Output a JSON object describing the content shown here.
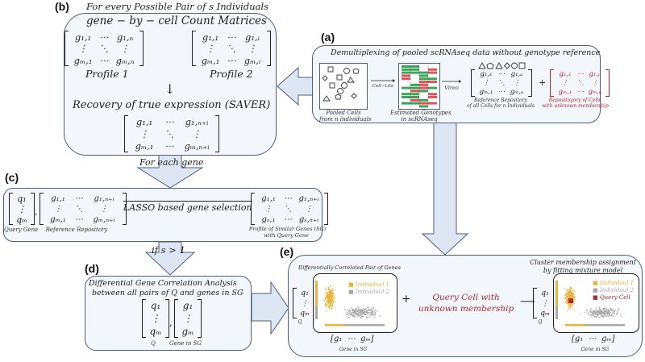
{
  "panels": {
    "a": {
      "label": "(a)",
      "title": "Demultiplexing of pooled scRNAseq data without genotype reference",
      "pooled_cells_caption_1": "Pooled Cells",
      "pooled_cells_caption_2": "from n individuals",
      "cell_lite_label": "Cell−Lite",
      "genotypes_caption_1": "Estimated Genotypes",
      "genotypes_caption_2": "in scRNAseq",
      "vireo_label": "Vireo",
      "reference_matrix": {
        "tl": "g₁,₁",
        "tr": "g₁,ₐ",
        "bl": "gₘ,₁",
        "br": "gₘ,ₐ"
      },
      "reference_caption_1": "Reference Repository",
      "reference_caption_2": "of all Cells for n Individuals",
      "plus": "+",
      "unknown_matrix": {
        "tl": "g₁,₁",
        "tr": "g₁,ᵤ",
        "bl": "gₘ,₁",
        "br": "gₘ,ᵤ"
      },
      "unknown_caption_1": "Repositoyory of Cells",
      "unknown_caption_2": "with unknown membership",
      "shapes_row": [
        "triangle",
        "pentagon",
        "triangle",
        "diamond",
        "circle",
        "square"
      ]
    },
    "b": {
      "label": "(b)",
      "header": "For every Possible Pair of s Individuals",
      "title": "gene − by − cell Count Matrices",
      "profile1_matrix": {
        "tl": "g₁,₁",
        "tr": "g₁,ₙ",
        "bl": "gₘ,₁",
        "br": "gₘ,ₙ"
      },
      "profile1_label": "Profile 1",
      "profile2_matrix": {
        "tl": "g₁,₁",
        "tr": "g₁,ᵢ",
        "bl": "gₘ,₁",
        "br": "gₘ,ᵢ"
      },
      "profile2_label": "Profile 2",
      "arrow": "↓",
      "recovery_title": "Recovery of true expression (SAVER)",
      "recovery_matrix": {
        "tl": "g₁,₁",
        "tr": "g₁,ₙ₊ᵢ",
        "bl": "gₘ,₁",
        "br": "gₘ,ₙ₊ᵢ"
      }
    },
    "bc_arrow_label": "For each gene",
    "c": {
      "label": "(c)",
      "query_vector": {
        "top": "q₁",
        "bottom": "qₘ"
      },
      "query_caption": "Query Gene",
      "comma": ",",
      "reference_matrix": {
        "tl": "g₁,₁",
        "tr": "g₁,ₙ₊ᵢ",
        "bl": "gₘ,₁",
        "br": "gₘ,ₙ₊ᵢ"
      },
      "reference_caption": "Reference Repository",
      "lasso_label": "LASSO based gene selection",
      "sg_matrix": {
        "tl": "g₁,₁",
        "tr": "g₁,ₙ₊ᵢ",
        "bl": "gₛ,₁",
        "br": "gₛ,ₙ₊ᵢ"
      },
      "sg_caption_1": "Profile of Similar Genes (SG)",
      "sg_caption_2": "with Query Gene"
    },
    "cd_arrow_label": "if s > 1",
    "d": {
      "label": "(d)",
      "title_1": "Differential Gene Correlation Analysis",
      "title_2": "between all pairs of Q and genes in SG",
      "q_vector": {
        "top": "q₁",
        "bottom": "qₘ"
      },
      "g_vector": {
        "top": "g₁",
        "bottom": "gₘ"
      },
      "comma": ",",
      "q_caption": "Q",
      "g_caption": "Gene in SG"
    },
    "e": {
      "label": "(e)",
      "left_title": "Differentially Correlated Pair of Genes",
      "q_vector": {
        "top": "q₁",
        "bottom": "qₘ"
      },
      "q_caption": "Q",
      "legend_ind1": "Individaul 1",
      "legend_ind2": "Individaul 2",
      "legend_query": "Query Cell",
      "row_vector": {
        "first": "g₁",
        "dots": "⋯",
        "last": "gₘ"
      },
      "row_caption": "Gene in SG",
      "plus": "+",
      "query_text_1": "Query Cell with",
      "query_text_2": "unknown membership",
      "arrow": "⟶",
      "right_title_1": "Cluster membership assignment",
      "right_title_2": "by fitting mixture model"
    }
  },
  "colors": {
    "panel_fill": "#f3f6fb",
    "panel_border": "#4a5f86",
    "arrow_fill": "#dfe6f3",
    "individual1": "#e8b43a",
    "individual2": "#a9a9a9",
    "query_cell": "#b1282d",
    "genotype_green": "#3da55a",
    "genotype_red": "#e0545a"
  }
}
